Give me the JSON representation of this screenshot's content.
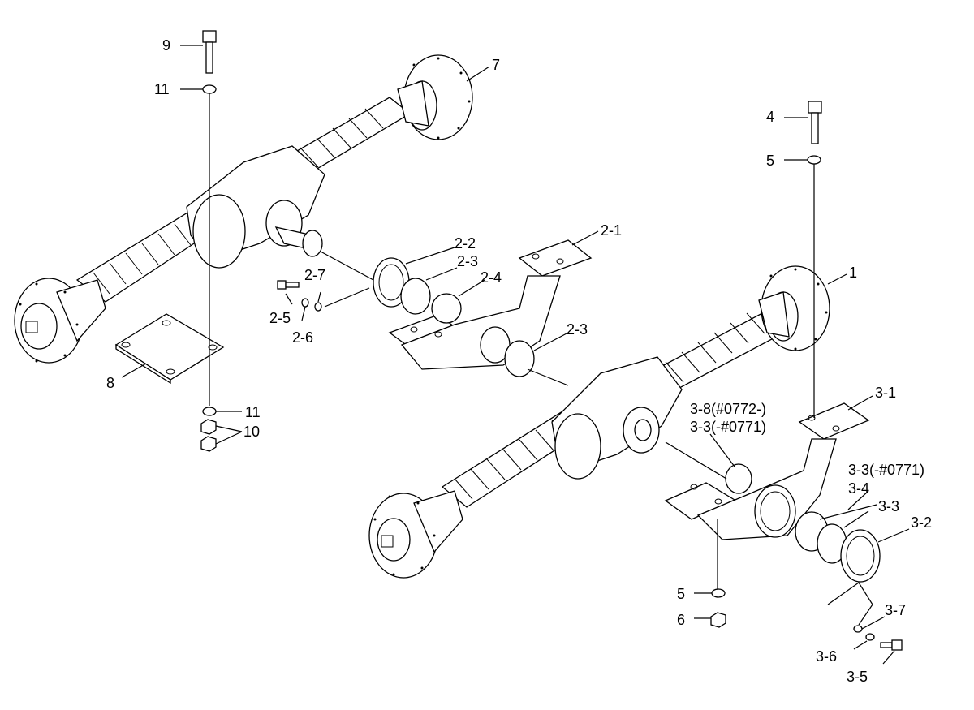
{
  "labels": {
    "l9": "9",
    "l11_top": "11",
    "l7": "7",
    "l4": "4",
    "l5_top": "5",
    "l2_1": "2-1",
    "l2_2": "2-2",
    "l2_3a": "2-3",
    "l2_4": "2-4",
    "l2_7": "2-7",
    "l2_5": "2-5",
    "l2_6": "2-6",
    "l2_3b": "2-3",
    "l1": "1",
    "l8": "8",
    "l11_bot": "11",
    "l10": "10",
    "l3_1": "3-1",
    "l3_8": "3-8(#0772-)",
    "l3_3a": "3-3(-#0771)",
    "l3_3b": "3-3(-#0771)",
    "l3_4": "3-4",
    "l3_3c": "3-3",
    "l3_2": "3-2",
    "l5_bot": "5",
    "l6": "6",
    "l3_7": "3-7",
    "l3_6": "3-6",
    "l3_5": "3-5"
  }
}
